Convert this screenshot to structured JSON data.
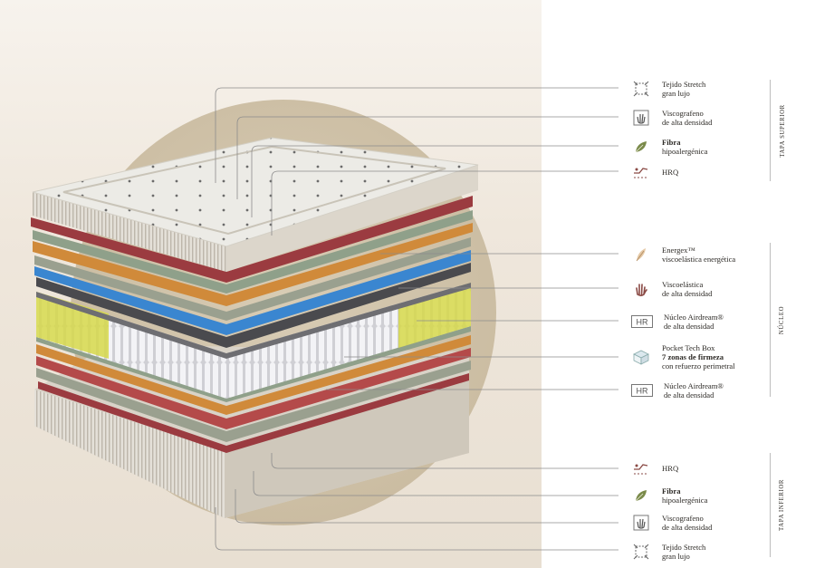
{
  "sections": [
    {
      "id": "top",
      "label": "TAPA SUPERIOR"
    },
    {
      "id": "core",
      "label": "NÚCLEO"
    },
    {
      "id": "bottom",
      "label": "TAPA INFERIOR"
    }
  ],
  "features": [
    {
      "id": "f1",
      "icon": "fabric-stretch-icon",
      "lines": [
        "Tejido Stretch",
        "gran lujo"
      ]
    },
    {
      "id": "f2",
      "icon": "hand-print-icon",
      "lines": [
        "Viscografeno",
        "de alta densidad"
      ]
    },
    {
      "id": "f3",
      "icon": "leaf-icon",
      "lines": [
        "Fibra",
        "hipoalergénica"
      ]
    },
    {
      "id": "f4",
      "icon": "reclining-person-icon",
      "lines": [
        "HRQ"
      ]
    },
    {
      "id": "f5",
      "icon": "feather-icon",
      "lines": [
        "Energex™",
        "viscoelástica energética"
      ]
    },
    {
      "id": "f6",
      "icon": "hand-print-icon",
      "lines": [
        "Viscoelástica",
        "de alta densidad"
      ]
    },
    {
      "id": "f7",
      "icon": "hr-badge-icon",
      "lines": [
        "Núcleo Airdream®",
        "de alta densidad"
      ]
    },
    {
      "id": "f8",
      "icon": "spring-box-icon",
      "lines": [
        "Pocket Tech Box",
        "7 zonas de firmeza",
        "con refuerzo perimetral"
      ]
    },
    {
      "id": "f9",
      "icon": "hr-badge-icon",
      "lines": [
        "Núcleo Airdream®",
        "de alta densidad"
      ]
    },
    {
      "id": "f10",
      "icon": "reclining-person-icon",
      "lines": [
        "HRQ"
      ]
    },
    {
      "id": "f11",
      "icon": "leaf-icon",
      "lines": [
        "Fibra",
        "hipoalergénica"
      ]
    },
    {
      "id": "f12",
      "icon": "hand-print-icon",
      "lines": [
        "Viscografeno",
        "de alta densidad"
      ]
    },
    {
      "id": "f13",
      "icon": "fabric-stretch-icon",
      "lines": [
        "Tejido Stretch",
        "gran lujo"
      ]
    }
  ],
  "hr_badge_text": "HR",
  "colors": {
    "leader_line": "#8c8c8c",
    "circle": "#cdbfa5",
    "layer_red": "#9b3b40",
    "layer_orange": "#d08a3a",
    "layer_gray": "#9aa08f",
    "layer_blue": "#3a86d0",
    "layer_yellow": "#d6d84a",
    "icon_brown": "#8a4a45",
    "icon_green": "#7a8a4a"
  }
}
